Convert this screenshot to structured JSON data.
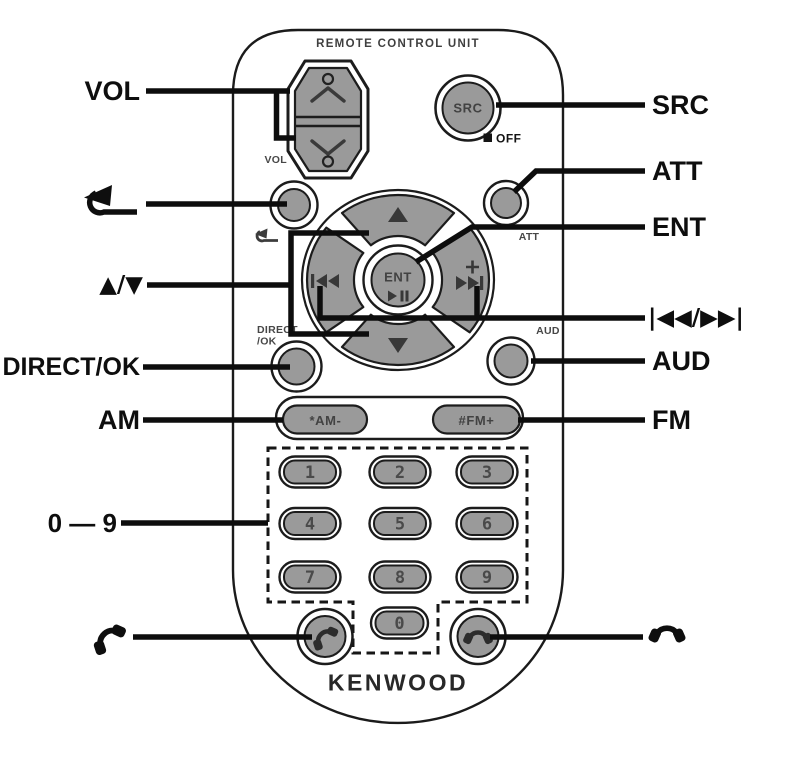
{
  "diagram": {
    "title": "REMOTE CONTROL UNIT",
    "brand": "KENWOOD"
  },
  "callouts": {
    "left": {
      "vol": "VOL",
      "updown": "▲/▼",
      "direct_ok": "DIRECT/OK",
      "am": "AM",
      "digits": "0 — 9"
    },
    "right": {
      "src": "SRC",
      "att": "ATT",
      "ent": "ENT",
      "seek": "|◀◀/▶▶|",
      "aud": "AUD",
      "fm": "FM"
    }
  },
  "remote": {
    "off_label": "OFF",
    "vol_label": "VOL",
    "att_label": "ATT",
    "aud_label": "AUD",
    "direct_label_line1": "DIRECT",
    "direct_label_line2": "/OK",
    "src_button": "SRC",
    "ent_button": "ENT",
    "am_button": "*AM-",
    "fm_button": "#FM+",
    "digits": [
      "1",
      "2",
      "3",
      "4",
      "5",
      "6",
      "7",
      "8",
      "9",
      "0"
    ]
  },
  "colors": {
    "button_gray": "#9a9a9a",
    "outline_black": "#1b1b1b",
    "callout_black": "#0d0d0d",
    "background": "#ffffff"
  }
}
